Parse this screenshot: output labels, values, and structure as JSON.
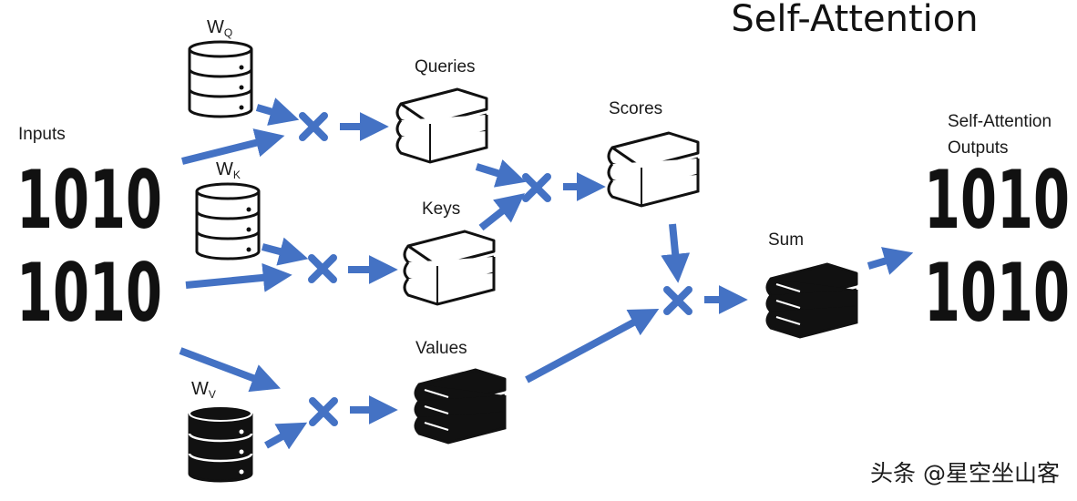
{
  "title": "Self-Attention",
  "inputs": {
    "label": "Inputs",
    "rows": [
      "1010",
      "1010"
    ]
  },
  "outputs": {
    "label_line1": "Self-Attention",
    "label_line2": "Outputs",
    "rows": [
      "1010",
      "1010"
    ]
  },
  "weights": {
    "q": {
      "symbol": "W",
      "subscript": "Q"
    },
    "k": {
      "symbol": "W",
      "subscript": "K"
    },
    "v": {
      "symbol": "W",
      "subscript": "V"
    }
  },
  "nodes": {
    "queries": "Queries",
    "keys": "Keys",
    "values": "Values",
    "scores": "Scores",
    "sum": "Sum"
  },
  "watermark": "头条 @星空坐山客",
  "colors": {
    "arrow": "#4472c4",
    "ink": "#111111",
    "fill_light": "#ffffff",
    "fill_dark": "#111111"
  }
}
